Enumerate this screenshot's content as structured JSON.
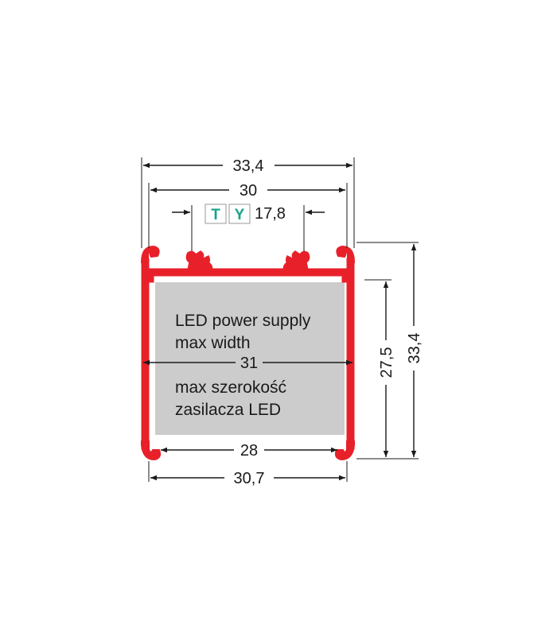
{
  "colors": {
    "profile": "#e8202a",
    "supply_area": "#cccccc",
    "line": "#1a1a1a",
    "badge_text": "#1aa28a",
    "badge_border": "#9a9a9a"
  },
  "dimensions": {
    "outer_width": "33,4",
    "inner_width": "30",
    "mount_spacing": "17,8",
    "supply_width": "31",
    "bottom_inner": "28",
    "bottom_outer": "30,7",
    "inner_height": "27,5",
    "outer_height": "33,4"
  },
  "badges": {
    "t": "T",
    "y": "Y"
  },
  "notes": {
    "en_line1": "LED power supply",
    "en_line2": "max width",
    "pl_line1": "max szerokość",
    "pl_line2": "zasilacza LED"
  }
}
